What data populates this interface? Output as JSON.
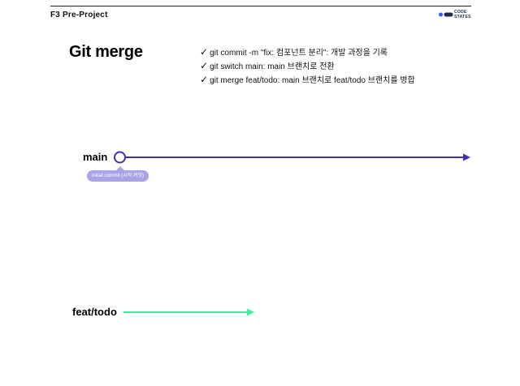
{
  "header": {
    "title": "F3 Pre-Project",
    "brand_line1": "CODE",
    "brand_line2": "STATES"
  },
  "slide": {
    "title": "Git merge",
    "check_mark": "✓",
    "steps": [
      "git commit -m \"fix: 컴포넌트 분리\": 개발 과정을 기록",
      "git switch main: main 브랜치로 전환",
      "git merge feat/todo: main 브랜치로 feat/todo 브랜치를 병합"
    ]
  },
  "diagram": {
    "branches": [
      {
        "name": "main",
        "color": "#3f2fb5"
      },
      {
        "name": "feat/todo",
        "color": "#3df0a0"
      }
    ],
    "commit_tooltip": "initial commit (시작 커밋)",
    "tooltip_color": "#a9a4e6"
  },
  "colors": {
    "brand_dark": "#1f2a44",
    "brand_accent": "#2d5bff"
  }
}
